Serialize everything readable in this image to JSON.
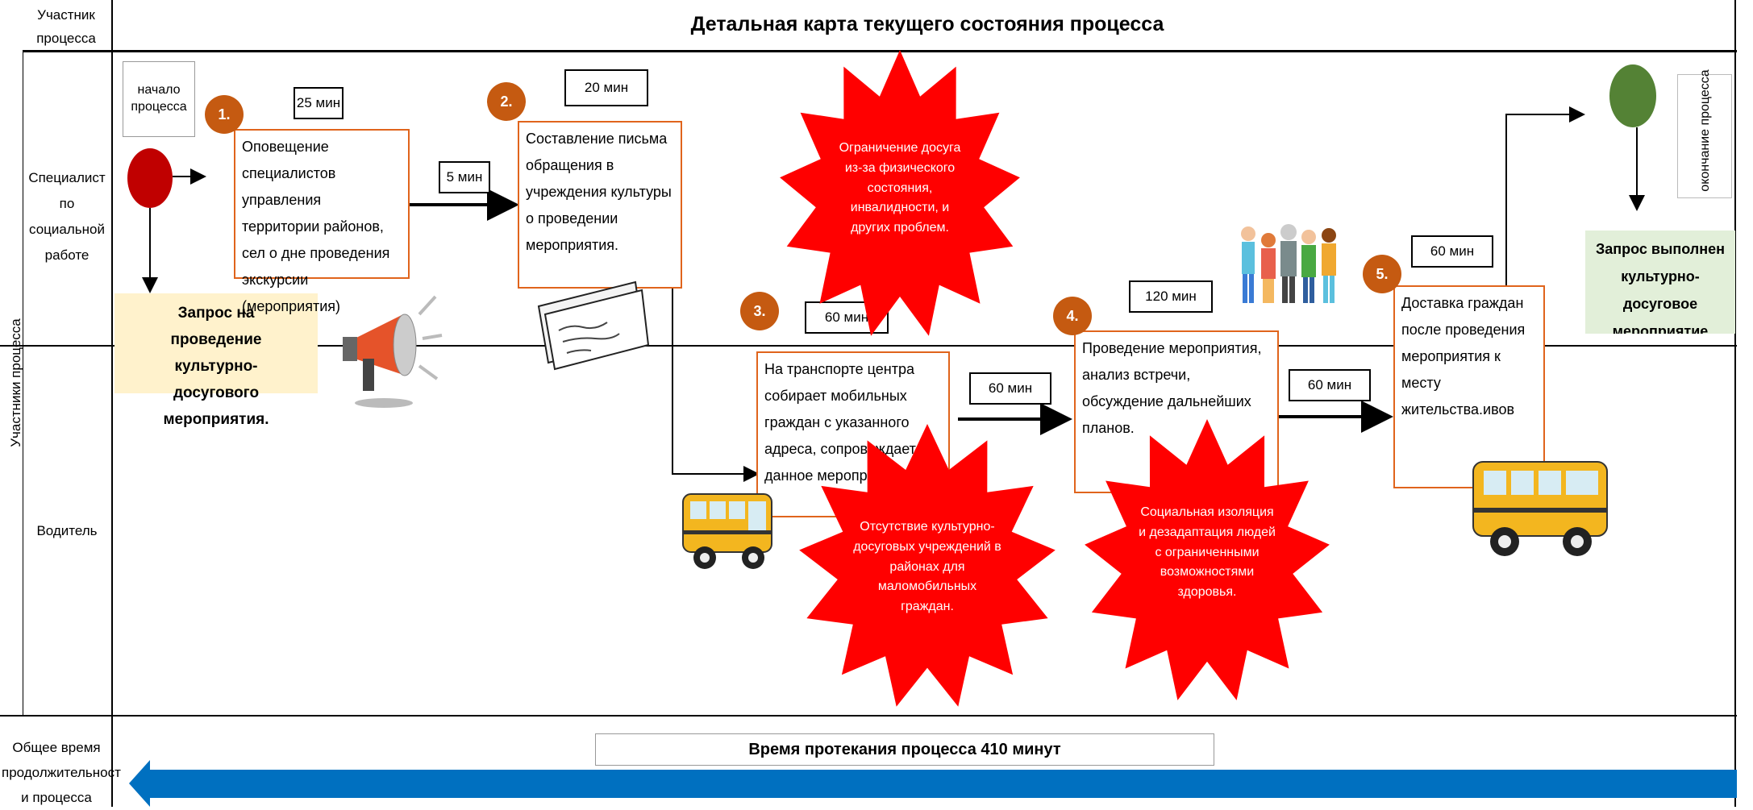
{
  "header": {
    "participants_label": "Участник процесса",
    "title": "Детальная карта текущего состояния процесса"
  },
  "lanes": {
    "side_label": "Участники процесса",
    "specialist": "Специалист по социальной работе",
    "driver": "Водитель",
    "total_time_label": "Общее время продолжительност и процесса"
  },
  "start": {
    "label": "начало процесса",
    "request": "Запрос на проведение культурно-досугового мероприятия."
  },
  "end": {
    "label": "окончание процесса",
    "result": "Запрос выполнен культурно-досуговое мероприятие проведено"
  },
  "steps": [
    {
      "num": "1.",
      "text": "Оповещение специалистов управления территории районов, сел о дне проведения экскурсии (мероприятия)",
      "time": "25 мин"
    },
    {
      "num": "2.",
      "text": "Составление письма обращения в учреждения культуры о проведении мероприятия.",
      "time": "20 мин"
    },
    {
      "num": "3.",
      "text": "На транспорте центра собирает мобильных граждан с указанного адреса, сопровождает на данное мероприятие.",
      "time": "60 мин"
    },
    {
      "num": "4.",
      "text": "Проведение мероприятия, анализ встречи, обсуждение дальнейших планов.",
      "time": "120 мин"
    },
    {
      "num": "5.",
      "text": "Доставка граждан после проведения мероприятия к месту жительства.ивов",
      "time": "60 мин"
    }
  ],
  "transitions": {
    "t1": "5 мин",
    "t3": "60 мин",
    "t4": "60 мин"
  },
  "problems": {
    "p1": "Ограничение досуга из-за физического состояния, инвалидности, и других проблем.",
    "p2": "Отсутствие культурно-досуговых учреждений в районах для маломобильных граждан.",
    "p3": "Социальная изоляция и дезадаптация людей с ограниченными возможностями здоровья."
  },
  "total": {
    "text": "Время протекания процесса 410 минут"
  },
  "colors": {
    "start": "#c00000",
    "end": "#548235",
    "star": "#ff0000",
    "step": "#c55a11",
    "arrow": "#0070c0"
  }
}
